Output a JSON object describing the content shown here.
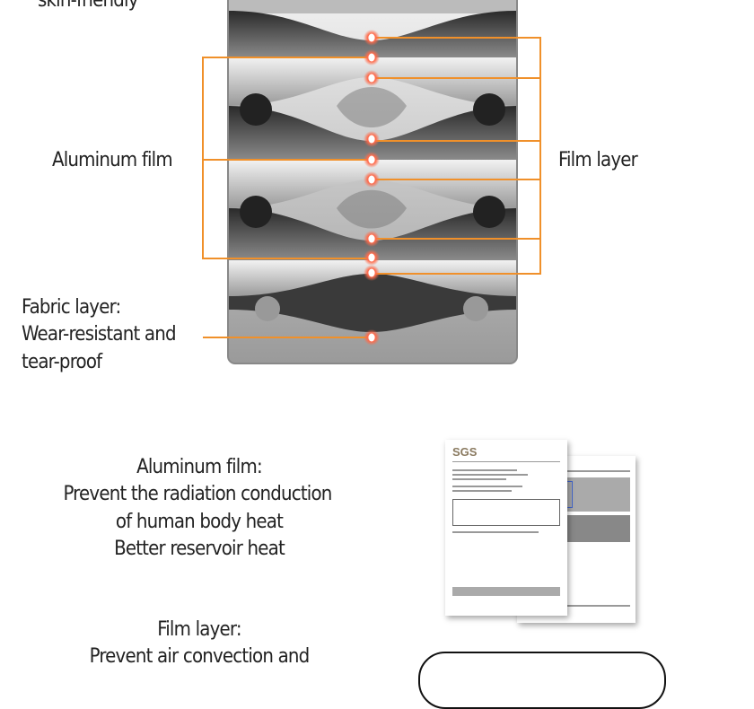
{
  "labels": {
    "top_partial": "skin-friendly",
    "aluminum_film": "Aluminum film",
    "film_layer": "Film layer",
    "fabric_layer": [
      "Fabric layer:",
      "Wear-resistant and",
      "tear-proof"
    ]
  },
  "descriptions": {
    "aluminum": [
      "Aluminum film:",
      "Prevent the radiation conduction",
      "of human body heat",
      "Better reservoir heat"
    ],
    "film": [
      "Film layer:",
      "Prevent air convection and"
    ]
  },
  "certificate": {
    "logo": "SGS"
  },
  "colors": {
    "callout": "#f0902a",
    "text": "#222222"
  }
}
